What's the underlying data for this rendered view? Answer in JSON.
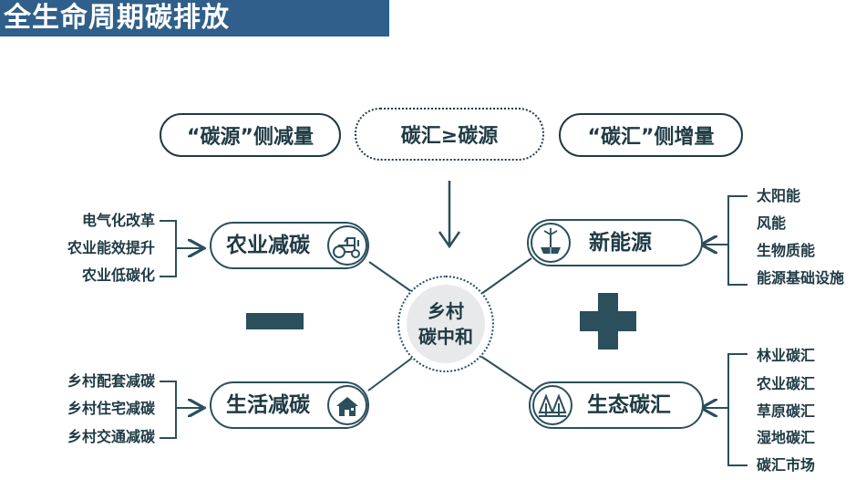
{
  "title": "全生命周期碳排放",
  "top": {
    "left_pill": "“碳源”侧减量",
    "center_pill": "碳汇≥碳源",
    "right_pill": "“碳汇”侧增量"
  },
  "center": {
    "line1": "乡村",
    "line2": "碳中和"
  },
  "nodes": {
    "agri": {
      "label": "农业减碳",
      "icon": "tractor-icon"
    },
    "energy": {
      "label": "新能源",
      "icon": "wind-solar-icon"
    },
    "life": {
      "label": "生活减碳",
      "icon": "house-icon"
    },
    "eco": {
      "label": "生态碳汇",
      "icon": "forest-icon"
    }
  },
  "lists": {
    "agri": [
      "电气化改革",
      "农业能效提升",
      "农业低碳化"
    ],
    "energy": [
      "太阳能",
      "风能",
      "生物质能",
      "能源基础设施"
    ],
    "life": [
      "乡村配套减碳",
      "乡村住宅减碳",
      "乡村交通减碳"
    ],
    "eco": [
      "林业碳汇",
      "农业碳汇",
      "草原碳汇",
      "湿地碳汇",
      "碳汇市场"
    ]
  },
  "symbols": {
    "minus": "minus-sign",
    "plus": "plus-sign"
  },
  "colors": {
    "primary": "#2b4f5c",
    "title_bar": "#2f5f8a",
    "center_fill": "#e7e9ea"
  }
}
